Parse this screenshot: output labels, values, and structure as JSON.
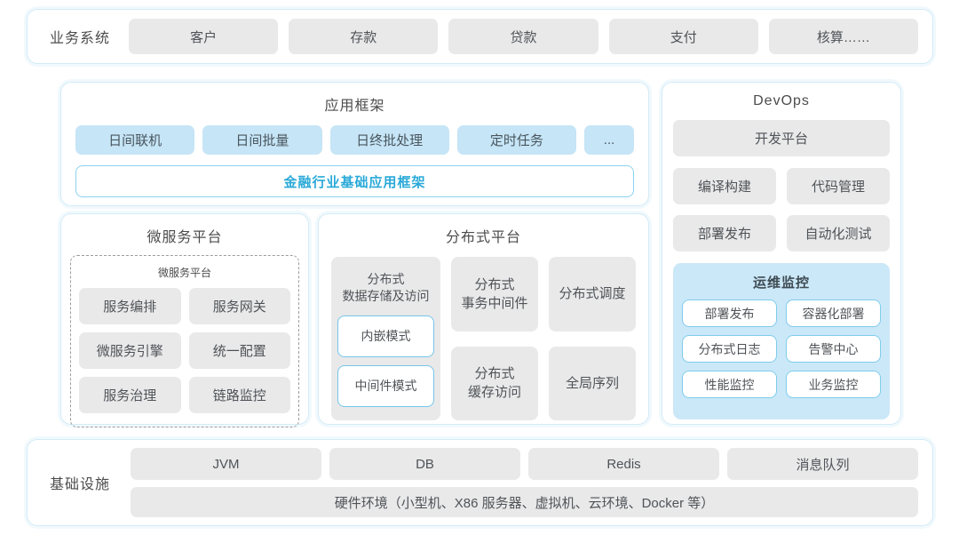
{
  "colors": {
    "frame_border": "#d3ebf6",
    "chip_gray": "#e9e9ea",
    "chip_blue": "#c6e5f6",
    "panel_blue": "#cbe8f8",
    "accent_blue_border": "#8ad2ef",
    "accent_blue_text": "#29a9d8",
    "text": "#4c4c4c"
  },
  "business_systems": {
    "label": "业务系统",
    "items": [
      "客户",
      "存款",
      "贷款",
      "支付",
      "核算……"
    ]
  },
  "app_framework": {
    "title": "应用框架",
    "modules": [
      "日间联机",
      "日间批量",
      "日终批处理",
      "定时任务",
      "..."
    ],
    "base_bar": "金融行业基础应用框架"
  },
  "microservice": {
    "title": "微服务平台",
    "inner_title": "微服务平台",
    "items": [
      "服务编排",
      "服务网关",
      "微服务引擎",
      "统一配置",
      "服务治理",
      "链路监控"
    ]
  },
  "distributed": {
    "title": "分布式平台",
    "storage": {
      "title": "分布式\n数据存储及访问",
      "modes": [
        "内嵌模式",
        "中间件模式"
      ]
    },
    "cells": {
      "transaction": "分布式\n事务中间件",
      "schedule": "分布式调度",
      "cache": "分布式\n缓存访问",
      "sequence": "全局序列"
    }
  },
  "devops": {
    "title": "DevOps",
    "platform": "开发平台",
    "tools": [
      "编译构建",
      "代码管理",
      "部署发布",
      "自动化测试"
    ],
    "monitoring": {
      "title": "运维监控",
      "items": [
        "部署发布",
        "容器化部署",
        "分布式日志",
        "告警中心",
        "性能监控",
        "业务监控"
      ]
    }
  },
  "infrastructure": {
    "label": "基础设施",
    "items": [
      "JVM",
      "DB",
      "Redis",
      "消息队列"
    ],
    "hardware": "硬件环境（小型机、X86 服务器、虚拟机、云环境、Docker 等）"
  }
}
